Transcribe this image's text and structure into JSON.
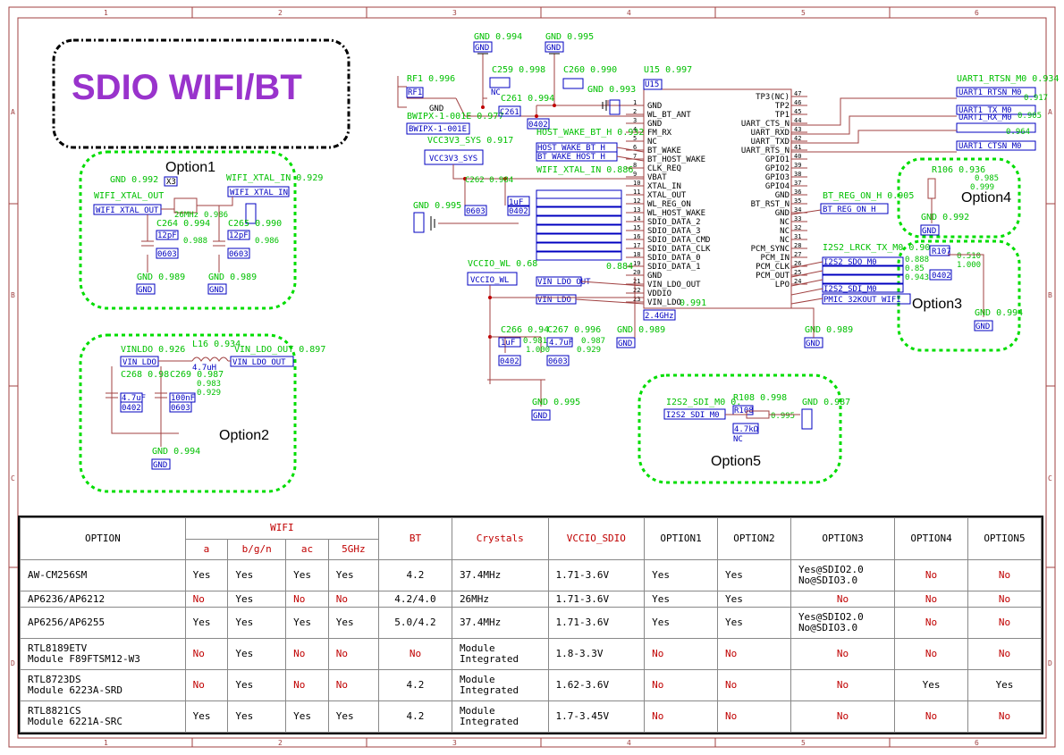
{
  "title": "SDIO WIFI/BT",
  "frame": {
    "cols": [
      "1",
      "2",
      "3",
      "4",
      "5",
      "6"
    ],
    "rows": [
      "A",
      "B",
      "C",
      "D"
    ]
  },
  "option_labels": {
    "option1": "Option1",
    "option2": "Option2",
    "option3": "Option3",
    "option4": "Option4",
    "option5": "Option5"
  },
  "u15": {
    "ref": "U15 0.997",
    "box_label": "U15",
    "band": "2.4GHz",
    "rating": "0.991",
    "left_pins": [
      {
        "num": "1",
        "name": "GND"
      },
      {
        "num": "2",
        "name": "WL_BT_ANT"
      },
      {
        "num": "3",
        "name": "GND"
      },
      {
        "num": "4",
        "name": "FM_RX"
      },
      {
        "num": "5",
        "name": "NC"
      },
      {
        "num": "6",
        "name": "BT_WAKE"
      },
      {
        "num": "7",
        "name": "BT_HOST_WAKE"
      },
      {
        "num": "8",
        "name": "CLK_REQ"
      },
      {
        "num": "9",
        "name": "VBAT"
      },
      {
        "num": "10",
        "name": "XTAL_IN"
      },
      {
        "num": "11",
        "name": "XTAL_OUT"
      },
      {
        "num": "12",
        "name": "WL_REG_ON"
      },
      {
        "num": "13",
        "name": "WL_HOST_WAKE"
      },
      {
        "num": "14",
        "name": "SDIO_DATA_2"
      },
      {
        "num": "15",
        "name": "SDIO_DATA_3"
      },
      {
        "num": "16",
        "name": "SDIO_DATA_CMD"
      },
      {
        "num": "17",
        "name": "SDIO_DATA_CLK"
      },
      {
        "num": "18",
        "name": "SDIO_DATA_0"
      },
      {
        "num": "19",
        "name": "SDIO_DATA_1"
      },
      {
        "num": "20",
        "name": "GND"
      },
      {
        "num": "21",
        "name": "VIN_LDO_OUT"
      },
      {
        "num": "22",
        "name": "VDDIO"
      },
      {
        "num": "23",
        "name": "VIN_LDO"
      }
    ],
    "right_pins": [
      {
        "num": "47",
        "name": "TP3(NC)"
      },
      {
        "num": "46",
        "name": "TP2"
      },
      {
        "num": "45",
        "name": "TP1"
      },
      {
        "num": "44",
        "name": "UART_CTS_N"
      },
      {
        "num": "43",
        "name": "UART_RXD"
      },
      {
        "num": "42",
        "name": "UART_TXD"
      },
      {
        "num": "41",
        "name": "UART_RTS_N"
      },
      {
        "num": "40",
        "name": "GPIO1"
      },
      {
        "num": "39",
        "name": "GPIO2"
      },
      {
        "num": "38",
        "name": "GPIO3"
      },
      {
        "num": "37",
        "name": "GPIO4"
      },
      {
        "num": "36",
        "name": "GND"
      },
      {
        "num": "35",
        "name": "BT_RST_N"
      },
      {
        "num": "34",
        "name": "GND"
      },
      {
        "num": "33",
        "name": "NC"
      },
      {
        "num": "32",
        "name": "NC"
      },
      {
        "num": "31",
        "name": "NC"
      },
      {
        "num": "28",
        "name": "PCM_SYNC"
      },
      {
        "num": "27",
        "name": "PCM_IN"
      },
      {
        "num": "26",
        "name": "PCM_CLK"
      },
      {
        "num": "25",
        "name": "PCM_OUT"
      },
      {
        "num": "24",
        "name": "LPO"
      }
    ]
  },
  "labels": {
    "gnd": "GND",
    "gnd_0994": "GND 0.994",
    "gnd_0995": "GND 0.995",
    "gnd_0993": "GND 0.993",
    "gnd_0992": "GND 0.992",
    "gnd_0989": "GND 0.989",
    "gnd_0987": "GND 0.987",
    "rf1": "RF1 0.996",
    "rf1_box": "RF1",
    "bwipx": "BWIPX-1-001E 0.977",
    "bwipx_box": "BWIPX-1-001E",
    "c259": "C259 0.998",
    "c260": "C260 0.990",
    "c261": "C261 0.994",
    "c261_box": "C261",
    "c261_pkg": "0402",
    "nc": "NC",
    "host_wake": "HOST_WAKE_BT_H 0.932",
    "host_wake_box": "HOST_WAKE_BT_H",
    "bt_wake_box": "BT_WAKE_HOST_H",
    "vcc3v3": "VCC3V3_SYS 0.917",
    "vcc3v3_box": "VCC3V3_SYS",
    "wifi_xtal_in": "WIFI_XTAL_IN 0.886",
    "c262": "C262 0.984",
    "c262_pkg": "0603",
    "c263_pkg": "0402",
    "c263_val": "1uF",
    "vccio_wl": "VCCIO_WL 0.68",
    "vccio_box": "VCCIO_WL",
    "vin_ldo_out_box": "VIN_LDO_OUT",
    "vin_ldo_box": "VIN_LDO",
    "vin_ldo_val": "0.884",
    "c266": "C266 0.94",
    "c267": "C267 0.996",
    "c266_pkg": "0402",
    "c267_pkg": "0603",
    "c266_val": "1uF",
    "c267_val": "4.7uF",
    "c266_r": "0.981",
    "c267_r": "0.987",
    "c266_r2": "1.000",
    "c267_r2": "0.929",
    "uart_rtsn": "UART1_RTSN_M0 0.934",
    "uart_rtsn_box": "UART1_RTSN_M0",
    "uart_tx_box": "UART1_TX_M0",
    "uart_rx_box": "UART1_RX_M0",
    "uart_rx_val": "0.905",
    "uart_ctsn_box": "UART1_CTSN_M0",
    "uart_ctsn_val": "0.964",
    "uart_rtsn_val": "0.917",
    "bt_reg": "BT_REG_ON_H 0.905",
    "bt_reg_box": "BT_REG_ON_H",
    "r106": "R106 0.936",
    "r106_val": "0.985",
    "r106_val2": "0.999",
    "r107": "R107",
    "r107_val": "0.510",
    "r107_val2": "1.000",
    "r107_pkg": "0402",
    "i2s_lrck": "I2S2_LRCK_TX_M0 0.90",
    "i2s_sdo_box": "I2S2_SDO_M0",
    "i2s_sdo_val": "0.888",
    "i2s_sclk_val": "0.85",
    "i2s_sdi_box": "I2S2_SDI_M0",
    "i2s_sdi_val": "0.943",
    "pmic_box": "PMIC_32KOUT_WIFI",
    "wifi_xtal_in_opt": "WIFI_XTAL_IN 0.929",
    "wifi_xtal_in_box": "WIFI_XTAL_IN",
    "wifi_xtal_out_box": "WIFI_XTAL_OUT",
    "wifi_xtal_out_label": "WIFI_XTAL_OUT",
    "x3": "X3",
    "x3_val": "26MHz",
    "x3_r": "0.986",
    "c264": "C264 0.994",
    "c265": "C265 0.990",
    "c264_val": "12pF",
    "c265_val": "12pF",
    "c264_pkg": "0603",
    "c265_pkg": "0603",
    "c264_r": "0.988",
    "c265_r": "0.986",
    "vinldo": "VINLDO 0.926",
    "vinldo_box": "VIN_LDO",
    "l16": "L16 0.934",
    "l16_val": "4.7uH",
    "vin_ldo_out_label": "VIN_LDO_OUT 0.897",
    "c268": "C268 0.98",
    "c269": "C269 0.987",
    "c268_pkg": "0402",
    "c269_pkg": "0603",
    "c268_val": "4.7uF",
    "c269_val": "100nF",
    "c269_r": "0.929",
    "c268_r": "0.983",
    "i2s2_sdi_opt": "I2S2_SDI_M0 0.",
    "i2s2_sdi_opt_box": "I2S2_SDI_M0",
    "r108": "R108 0.998",
    "r108_box": "R108",
    "r108_val": "4.7kΩ",
    "r108_r": "0.995"
  },
  "bom": {
    "header": {
      "option": "OPTION",
      "wifi": "WIFI",
      "bt": "BT",
      "crystals": "Crystals",
      "vccio": "VCCIO_SDIO",
      "opt1": "OPTION1",
      "opt2": "OPTION2",
      "opt3": "OPTION3",
      "opt4": "OPTION4",
      "opt5": "OPTION5",
      "sub": [
        "a",
        "b/g/n",
        "ac",
        "5GHz"
      ]
    },
    "rows": [
      {
        "name": [
          "AW-CM256SM"
        ],
        "a": "Yes",
        "bgn": "Yes",
        "ac": "Yes",
        "g5": "Yes",
        "bt": "4.2",
        "xtal": [
          "37.4MHz"
        ],
        "vccio": "1.71-3.6V",
        "o1": "Yes",
        "o2": "Yes",
        "o3": [
          "Yes@SDIO2.0",
          "No@SDIO3.0"
        ],
        "o4": "No",
        "o5": "No"
      },
      {
        "name": [
          "AP6236/AP6212"
        ],
        "a": "No",
        "bgn": "Yes",
        "ac": "No",
        "g5": "No",
        "bt": "4.2/4.0",
        "xtal": [
          "26MHz"
        ],
        "vccio": "1.71-3.6V",
        "o1": "Yes",
        "o2": "Yes",
        "o3": [
          "No"
        ],
        "o4": "No",
        "o5": "No"
      },
      {
        "name": [
          "AP6256/AP6255"
        ],
        "a": "Yes",
        "bgn": "Yes",
        "ac": "Yes",
        "g5": "Yes",
        "bt": "5.0/4.2",
        "xtal": [
          "37.4MHz"
        ],
        "vccio": "1.71-3.6V",
        "o1": "Yes",
        "o2": "Yes",
        "o3": [
          "Yes@SDIO2.0",
          "No@SDIO3.0"
        ],
        "o4": "No",
        "o5": "No"
      },
      {
        "name": [
          "RTL8189ETV",
          "Module F89FTSM12-W3"
        ],
        "a": "No",
        "bgn": "Yes",
        "ac": "No",
        "g5": "No",
        "bt": "No",
        "xtal": [
          "Module",
          "Integrated"
        ],
        "vccio": "1.8-3.3V",
        "o1": "No",
        "o2": "No",
        "o3": [
          "No"
        ],
        "o4": "No",
        "o5": "No"
      },
      {
        "name": [
          "RTL8723DS",
          "Module 6223A-SRD"
        ],
        "a": "No",
        "bgn": "Yes",
        "ac": "No",
        "g5": "No",
        "bt": "4.2",
        "xtal": [
          "Module",
          "Integrated"
        ],
        "vccio": "1.62-3.6V",
        "o1": "No",
        "o2": "No",
        "o3": [
          "No"
        ],
        "o4": "Yes",
        "o5": "Yes"
      },
      {
        "name": [
          "RTL8821CS",
          "Module 6221A-SRC"
        ],
        "a": "Yes",
        "bgn": "Yes",
        "ac": "Yes",
        "g5": "Yes",
        "bt": "4.2",
        "xtal": [
          "Module",
          "Integrated"
        ],
        "vccio": "1.7-3.45V",
        "o1": "No",
        "o2": "No",
        "o3": [
          "No"
        ],
        "o4": "No",
        "o5": "No"
      }
    ]
  }
}
